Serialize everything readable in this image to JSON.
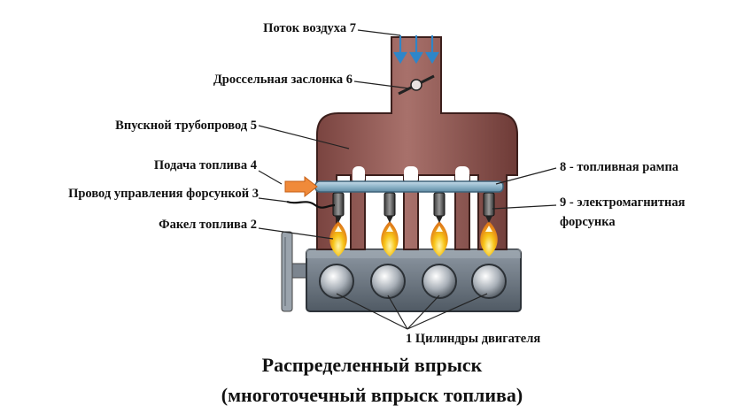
{
  "labels": {
    "air_flow": "Поток воздуха 7",
    "throttle": "Дроссельная заслонка 6",
    "intake_manifold": "Впускной трубопровод 5",
    "fuel_supply": "Подача топлива 4",
    "injector_wire": "Провод управления форсункой 3",
    "fuel_spray": "Факел топлива 2",
    "fuel_rail": "8 - топливная рампа",
    "injector_line1": "9 - электромагнитная",
    "injector_line2": "форсунка",
    "cylinders": "1 Цилиндры двигателя"
  },
  "title": {
    "line1": "Распределенный впрыск",
    "line2": "(многоточечный впрыск топлива)"
  },
  "colors": {
    "manifold": "#8a4f4a",
    "fuel_rail": "#8fb4c9",
    "engine_block": "#6e7a86",
    "flame": "#f7c417",
    "air_arrows": "#2e86c9",
    "fuel_arrow": "#f08a3a"
  }
}
